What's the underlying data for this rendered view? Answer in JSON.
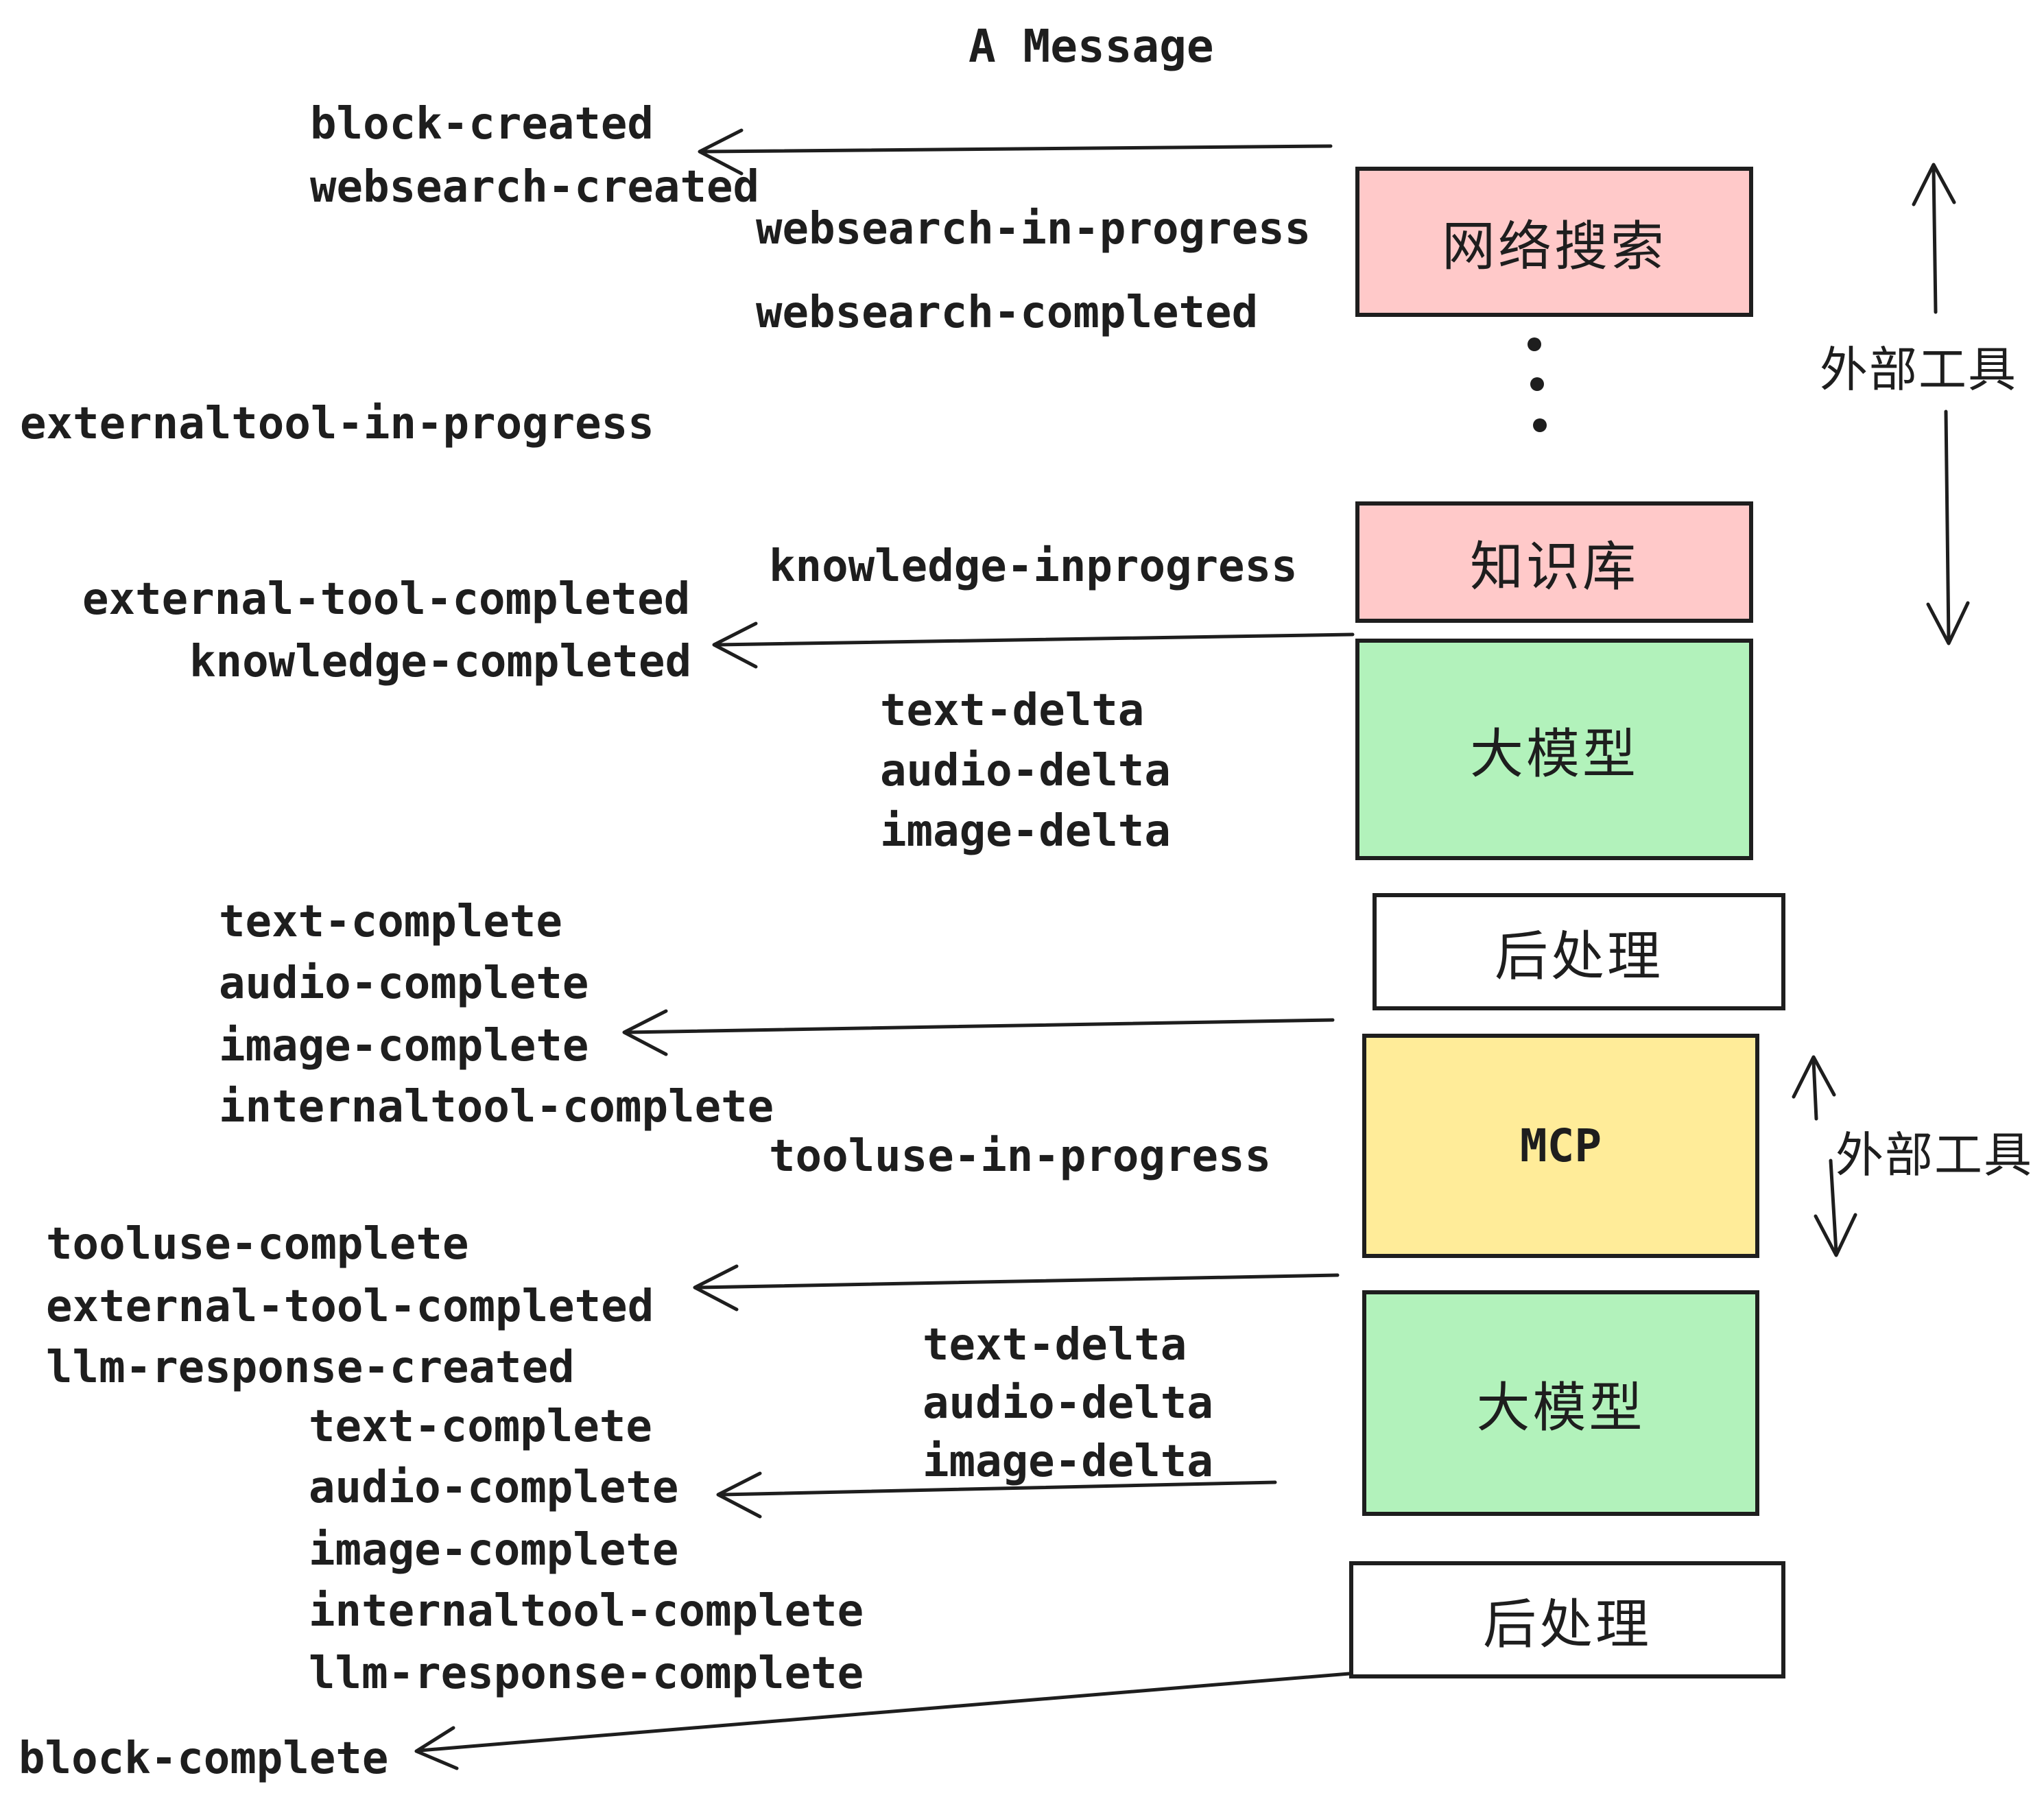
{
  "title": "A Message",
  "colors": {
    "ink": "#1e1e1e",
    "external_tool_box": "#ffc9c9",
    "llm_box": "#b2f2bb",
    "mcp_box": "#ffec99",
    "post_box": "#ffffff",
    "background": "#ffffff"
  },
  "events": {
    "block_created": "block-created",
    "websearch_created": "websearch-created",
    "websearch_in_progress": "websearch-in-progress",
    "websearch_completed": "websearch-completed",
    "externaltool_in_progress": "externaltool-in-progress",
    "knowledge_inprogress": "knowledge-inprogress",
    "external_tool_completed_1": "external-tool-completed",
    "knowledge_completed": "knowledge-completed",
    "text_delta_1": "text-delta",
    "audio_delta_1": "audio-delta",
    "image_delta_1": "image-delta",
    "text_complete_1": "text-complete",
    "audio_complete_1": "audio-complete",
    "image_complete_1": "image-complete",
    "internaltool_complete_1": "internaltool-complete",
    "tooluse_in_progress": "tooluse-in-progress",
    "tooluse_complete": "tooluse-complete",
    "external_tool_completed_2": "external-tool-completed",
    "llm_response_created": "llm-response-created",
    "text_complete_2": "text-complete",
    "audio_complete_2": "audio-complete",
    "image_complete_2": "image-complete",
    "internaltool_complete_2": "internaltool-complete",
    "llm_response_complete": "llm-response-complete",
    "text_delta_2": "text-delta",
    "audio_delta_2": "audio-delta",
    "image_delta_2": "image-delta",
    "block_complete": "block-complete"
  },
  "boxes": {
    "websearch": "网络搜索",
    "knowledge": "知识库",
    "llm_1": "大模型",
    "post_1": "后处理",
    "mcp": "MCP",
    "llm_2": "大模型",
    "post_2": "后处理"
  },
  "side_labels": {
    "external_tools_1": "外部工具",
    "external_tools_2": "外部工具"
  }
}
